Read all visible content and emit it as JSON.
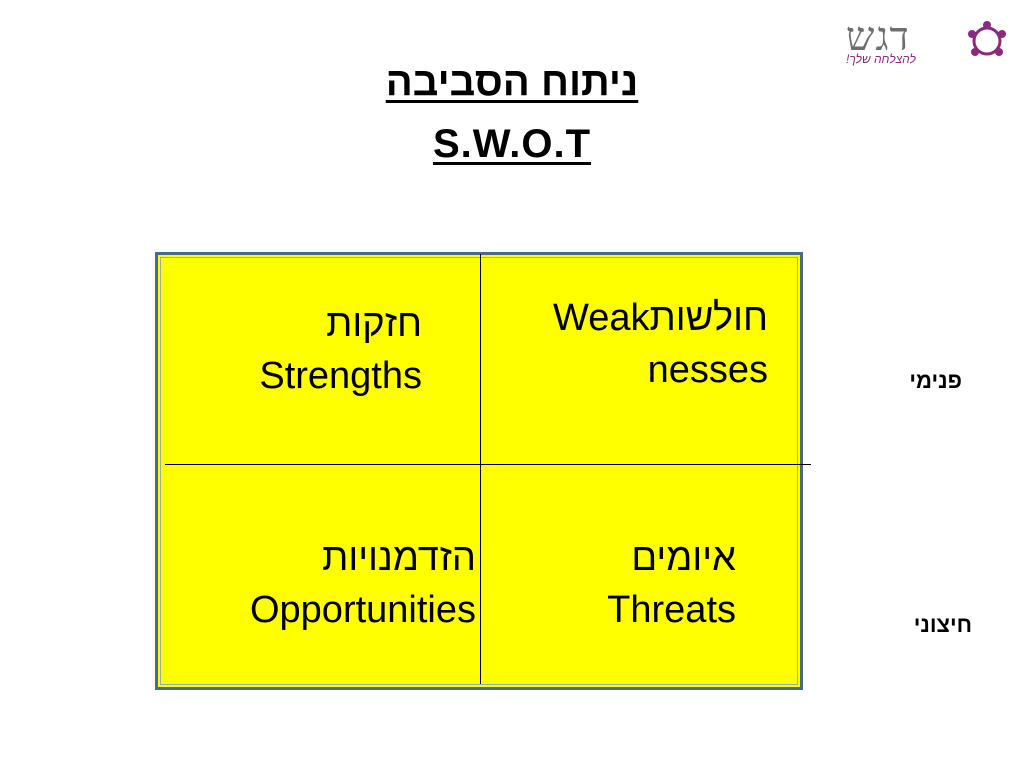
{
  "logo": {
    "name": "דגש",
    "tagline": "להצלחה שלך!",
    "icon": "people-circle-icon"
  },
  "title": {
    "hebrew": "ניתוח הסביבה",
    "english": "S.W.O.T"
  },
  "grid": {
    "strengths": {
      "hebrew": "חזקות",
      "english": "Strengths"
    },
    "weaknesses": {
      "line1": "חולשותWeak",
      "line2": "nesses"
    },
    "opportunities": {
      "hebrew": "הזדמנויות",
      "english": "Opportunities"
    },
    "threats": {
      "hebrew": "איומים",
      "english": "Threats"
    }
  },
  "side_labels": {
    "internal": "פנימי",
    "external": "חיצוני"
  },
  "colors": {
    "grid_fill": "#ffff00",
    "frame_border": "#4a6a8c",
    "logo_accent": "#8b2a7d"
  }
}
